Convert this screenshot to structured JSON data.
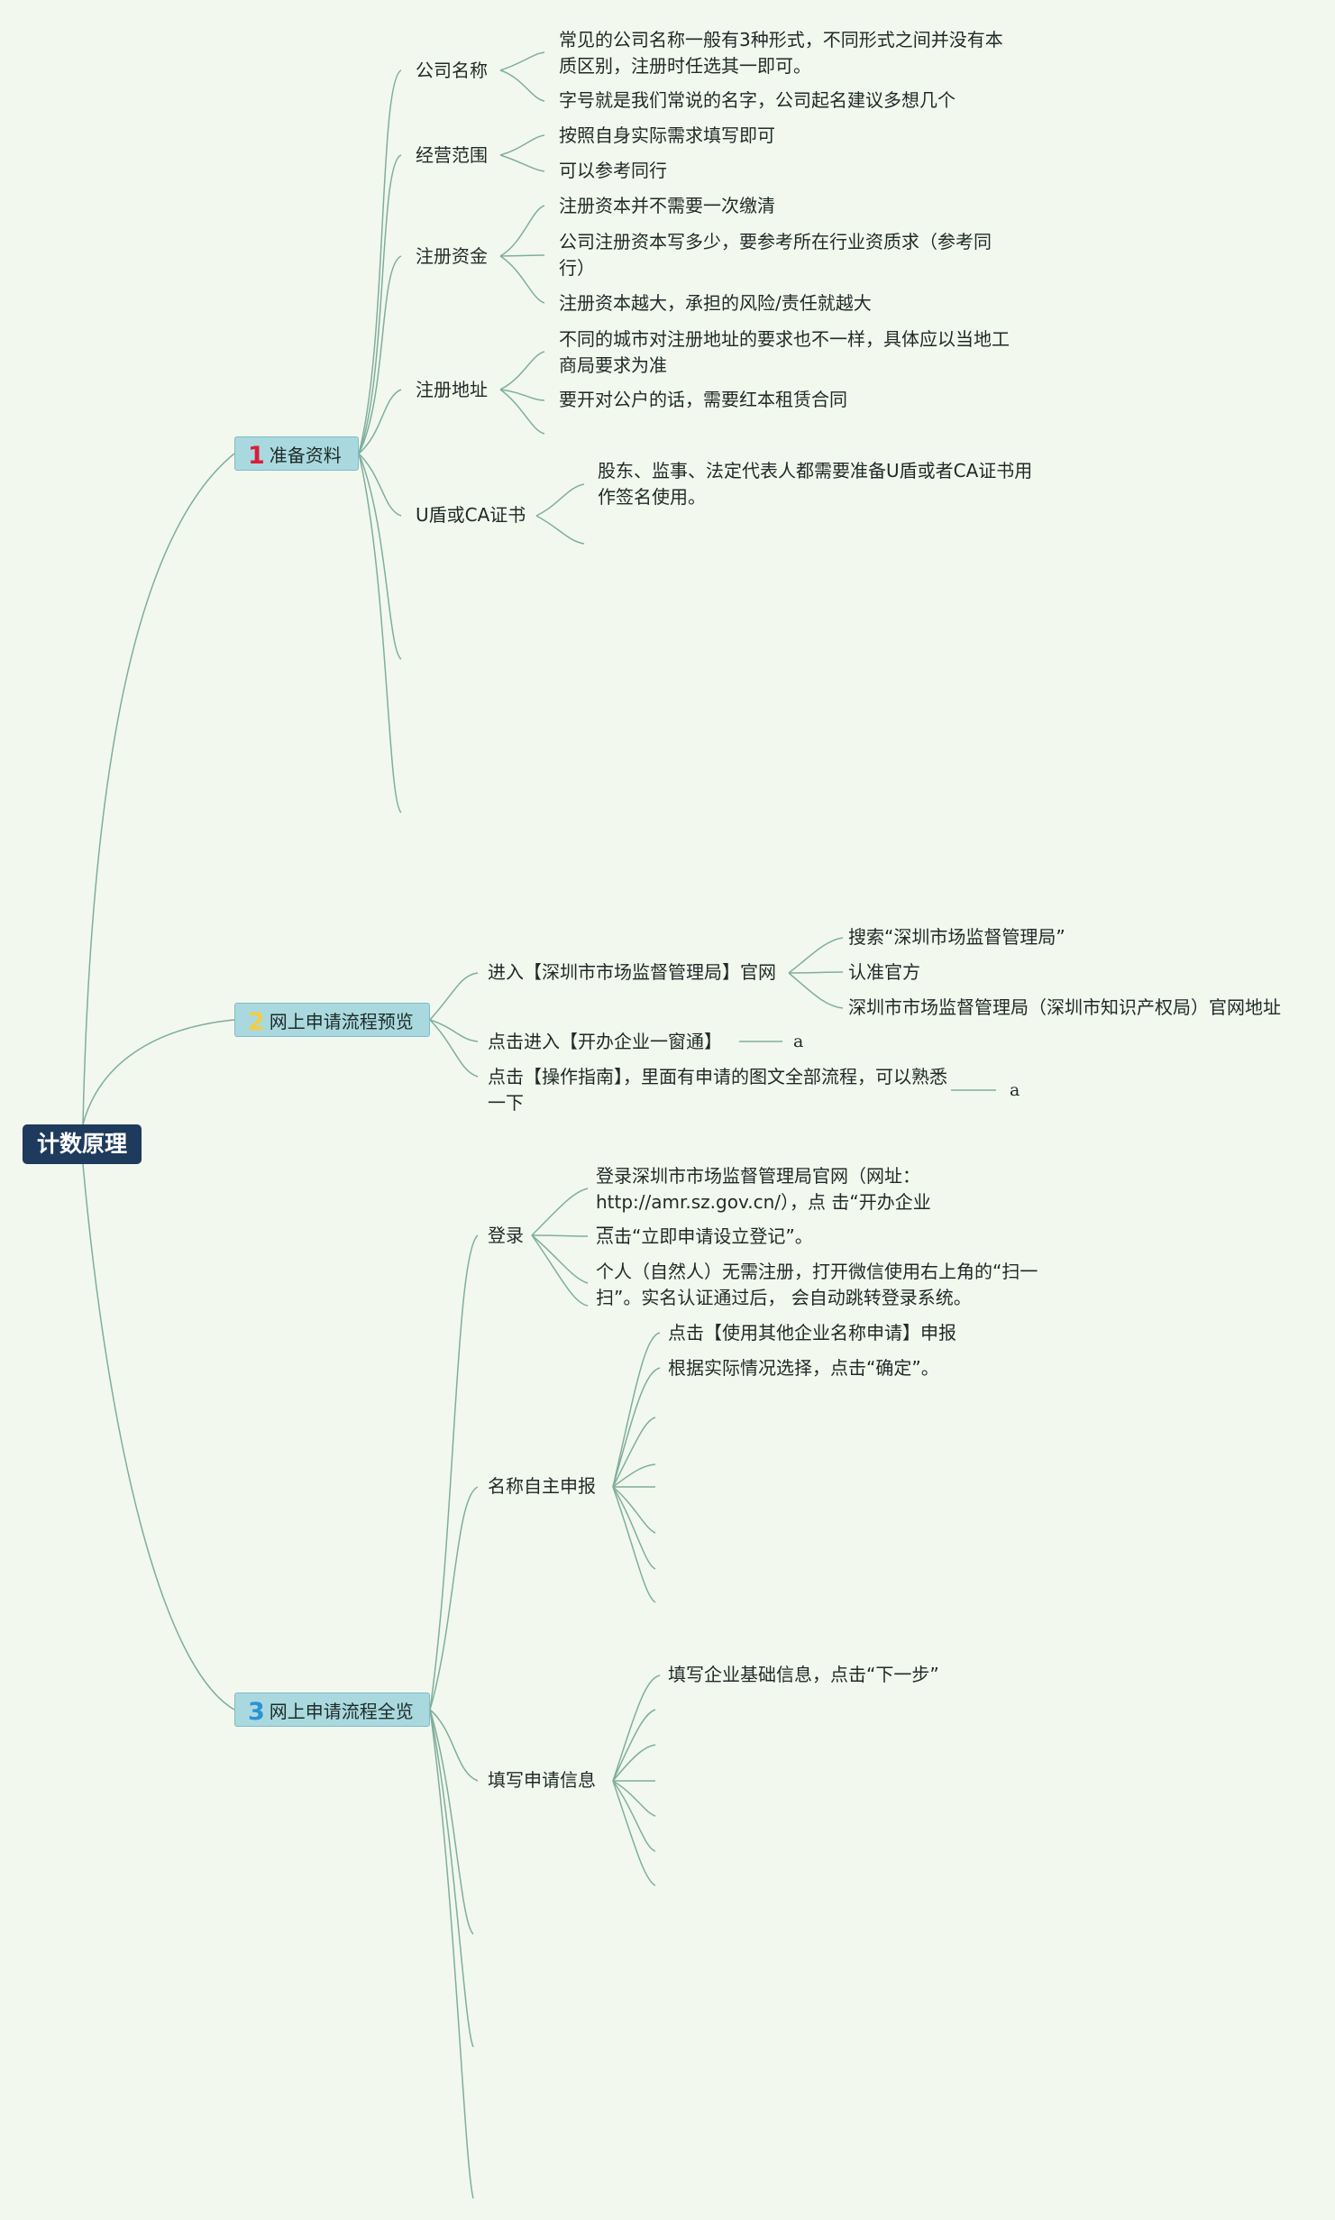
{
  "root": {
    "label": "计数原理"
  },
  "branches": [
    {
      "number": "1",
      "number_color": "#d81e3c",
      "label": "准备资料",
      "children": [
        {
          "label": "公司名称",
          "items": [
            "常见的公司名称一般有3种形式，不同形式之间并没有本质区别，注册时任选其一即可。",
            "字号就是我们常说的名字，公司起名建议多想几个"
          ]
        },
        {
          "label": "经营范围",
          "items": [
            "按照自身实际需求填写即可",
            "可以参考同行"
          ]
        },
        {
          "label": "注册资金",
          "items": [
            "注册资本并不需要一次缴清",
            "公司注册资本写多少，要参考所在行业资质求（参考同行）",
            "注册资本越大，承担的风险/责任就越大"
          ]
        },
        {
          "label": "注册地址",
          "items": [
            "不同的城市对注册地址的要求也不一样，具体应以当地工商局要求为准",
            "要开对公户的话，需要红本租赁合同"
          ]
        },
        {
          "label": "U盾或CA证书",
          "items": [
            "股东、监事、法定代表人都需要准备U盾或者CA证书用作签名使用。"
          ]
        }
      ]
    },
    {
      "number": "2",
      "number_color": "#f2cd43",
      "label": "网上申请流程预览",
      "children": [
        {
          "label": "进入【深圳市市场监督管理局】官网",
          "items": [
            "搜索“深圳市场监督管理局”",
            "认准官方",
            "深圳市市场监督管理局（深圳市知识产权局）官网地址"
          ]
        },
        {
          "label": "点击进入【开办企业一窗通】",
          "items": [
            "a"
          ]
        },
        {
          "label": "点击【操作指南】，里面有申请的图文全部流程，可以熟悉一下",
          "items": [
            "a"
          ]
        }
      ]
    },
    {
      "number": "3",
      "number_color": "#2a93d5",
      "label": "网上申请流程全览",
      "children": [
        {
          "label": "登录",
          "items": [
            "登录深圳市市场监督管理局官网（网址：http://amr.sz.gov.cn/），点 击“开办企业一",
            "点击“立即申请设立登记”。",
            "个人（自然人）无需注册，打开微信使用右上角的“扫一扫”。实名认证通过后， 会自动跳转登录系统。"
          ]
        },
        {
          "label": "名称自主申报",
          "items": [
            "点击【使用其他企业名称申请】申报",
            "根据实际情况选择，点击“确定”。"
          ]
        },
        {
          "label": "填写申请信息",
          "items": [
            "填写企业基础信息，点击“下一步”"
          ]
        }
      ]
    }
  ]
}
